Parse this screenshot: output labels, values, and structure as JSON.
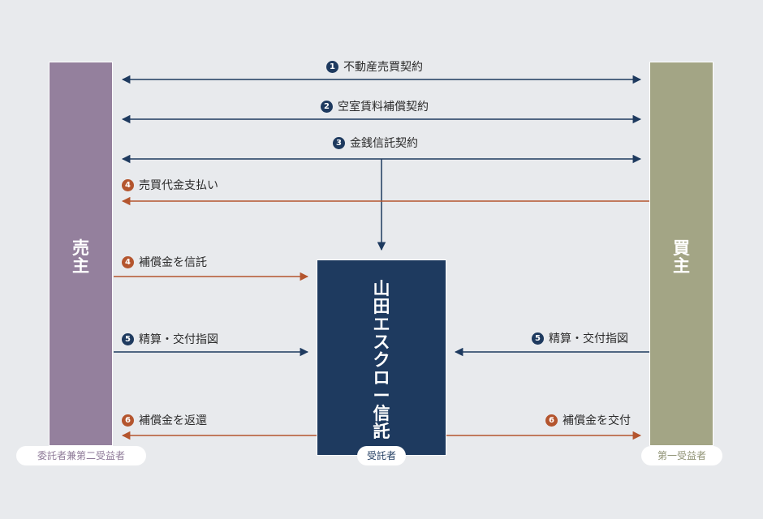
{
  "parties": {
    "seller": {
      "label_chars": [
        "売",
        "主"
      ],
      "role": "委託者兼第二受益者"
    },
    "trust": {
      "label_chars": [
        "山",
        "田",
        "エ",
        "ス",
        "ク",
        "ロ",
        "ー",
        "信",
        "託"
      ],
      "role": "受託者"
    },
    "buyer": {
      "label_chars": [
        "買",
        "主"
      ],
      "role": "第一受益者"
    }
  },
  "flows": [
    {
      "num": "1",
      "text": "不動産売買契約"
    },
    {
      "num": "2",
      "text": "空室賃料補償契約"
    },
    {
      "num": "3",
      "text": "金銭信託契約"
    },
    {
      "num": "4",
      "text": "売買代金支払い"
    },
    {
      "num": "4",
      "text": "補償金を信託"
    },
    {
      "num": "5",
      "text": "精算・交付指図"
    },
    {
      "num": "5",
      "text": "精算・交付指図"
    },
    {
      "num": "6",
      "text": "補償金を返還"
    },
    {
      "num": "6",
      "text": "補償金を交付"
    }
  ],
  "colors": {
    "background": "#e8eaed",
    "seller": "#94809d",
    "buyer": "#a3a585",
    "trust": "#1e3a5f",
    "navy_arrow": "#1e3a5f",
    "rust_arrow": "#b4552e"
  }
}
